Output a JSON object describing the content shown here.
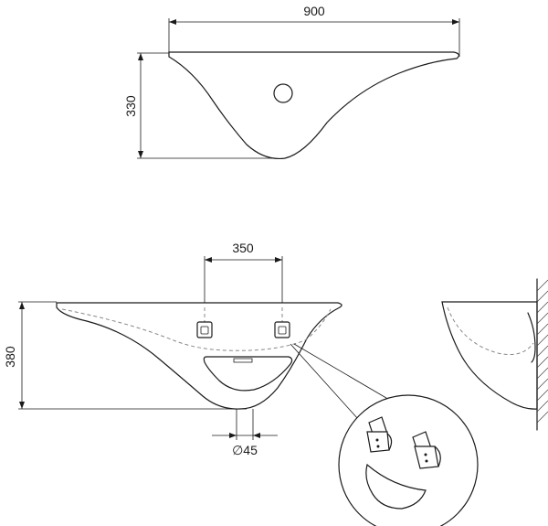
{
  "dimensions": {
    "top_view_width": "900",
    "top_view_depth": "330",
    "bracket_spacing": "350",
    "front_view_height": "380",
    "drain_diameter": "∅45"
  }
}
